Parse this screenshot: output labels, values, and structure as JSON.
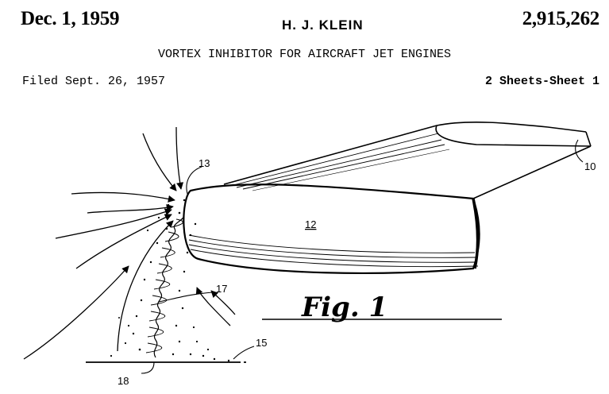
{
  "header": {
    "date": "Dec. 1, 1959",
    "inventor": "H. J. KLEIN",
    "patent_number": "2,915,262",
    "title": "VORTEX INHIBITOR FOR AIRCRAFT JET ENGINES",
    "filed": "Filed Sept. 26, 1957",
    "sheets": "2 Sheets-Sheet 1"
  },
  "figure": {
    "label": "Fig. 1",
    "refs": {
      "r10": "10",
      "r12": "12",
      "r13": "13",
      "r15": "15",
      "r17": "17",
      "r18": "18"
    }
  }
}
